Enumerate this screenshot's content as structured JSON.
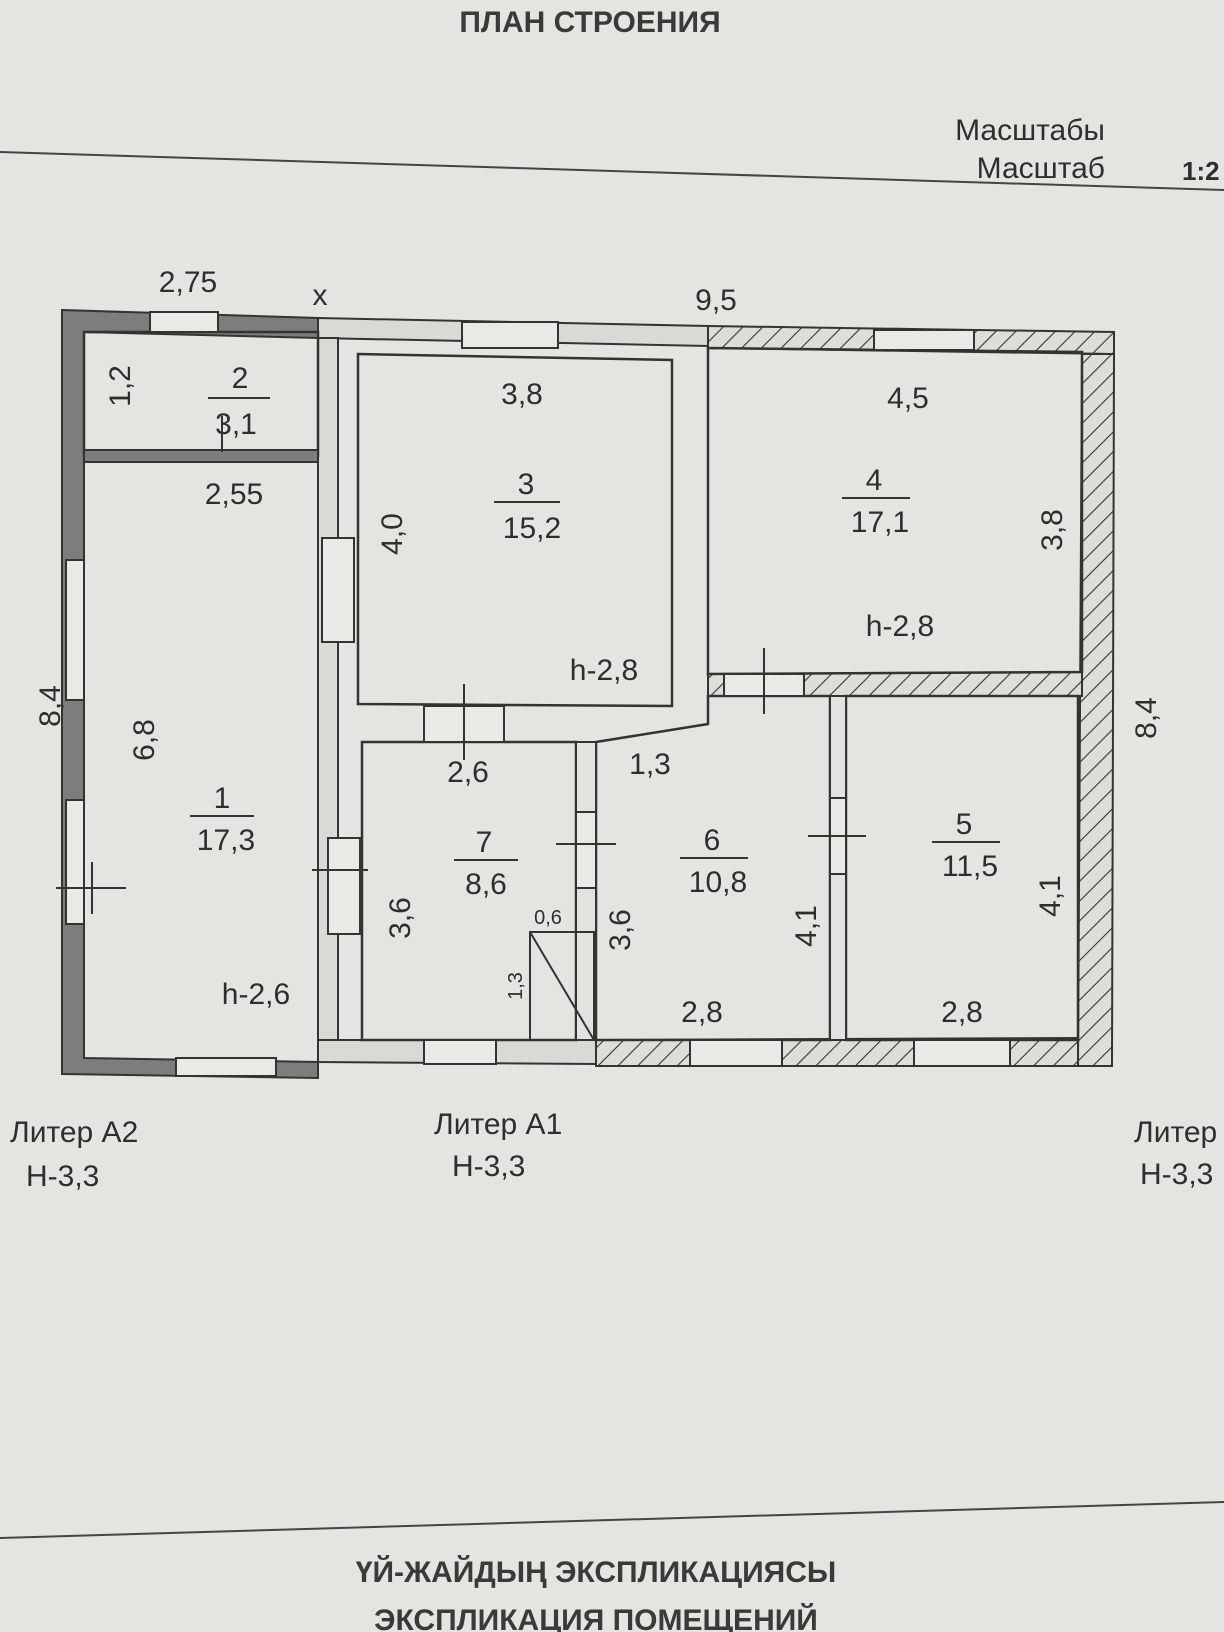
{
  "title": "ПЛАН СТРОЕНИЯ",
  "scale": {
    "label_kz": "Масштабы",
    "label_ru": "Масштаб",
    "value": "1:2"
  },
  "overall": {
    "width_a2": "2,75",
    "cross": "х",
    "width_main": "9,5",
    "height_left": "8,4",
    "height_right": "8,4"
  },
  "rooms": [
    {
      "id": "1",
      "area": "17,3",
      "width": "6,8",
      "height": "h-2,6"
    },
    {
      "id": "2",
      "area": "3,1",
      "depth": "1,2",
      "width": "2,55"
    },
    {
      "id": "3",
      "area": "15,2",
      "width": "3,8",
      "depth": "4,0",
      "height": "h-2,8"
    },
    {
      "id": "4",
      "area": "17,1",
      "width": "4,5",
      "depth": "3,8",
      "height": "h-2,8"
    },
    {
      "id": "5",
      "area": "11,5",
      "width": "2,8",
      "depth": "4,1"
    },
    {
      "id": "6",
      "area": "10,8",
      "width": "2,8",
      "depth": "4,1",
      "top": "1,3"
    },
    {
      "id": "7",
      "area": "8,6",
      "width": "2,6",
      "depth": "3,6",
      "right_depth": "3,6"
    }
  ],
  "closet": {
    "w": "0,6",
    "h": "1,3"
  },
  "liters": [
    {
      "name": "Литер А2",
      "h": "Н-3,3"
    },
    {
      "name": "Литер А1",
      "h": "Н-3,3"
    },
    {
      "name": "Литер",
      "h": "Н-3,3"
    }
  ],
  "footer": {
    "line1": "ҮЙ-ЖАЙДЫҢ ЭКСПЛИКАЦИЯСЫ",
    "line2": "ЭКСПЛИКАЦИЯ ПОМЕЩЕНИЙ"
  }
}
